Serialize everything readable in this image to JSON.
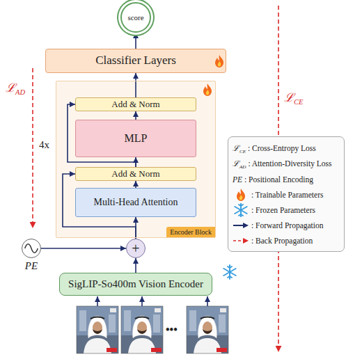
{
  "diagram": {
    "nodes": [
      {
        "text": [
          "score"
        ]
      },
      {
        "text": [
          "Classifier Layers"
        ]
      },
      {
        "text": [
          "Encoder Block"
        ]
      },
      {
        "text": [
          "Add & Norm"
        ],
        "in": 2
      },
      {
        "text": [
          "MLP"
        ],
        "in": 2
      },
      {
        "text": [
          "Add & Norm"
        ],
        "in": 2
      },
      {
        "text": [
          "Multi-Head Attention"
        ],
        "in": 2
      },
      {
        "text": [
          "PE"
        ]
      },
      {
        "text": [
          "+"
        ]
      },
      {
        "text": [
          "SigLIP-So400m Vision Encoder"
        ]
      }
    ],
    "edges": [
      {
        "from": 9,
        "to": 8,
        "arrow": "to"
      },
      {
        "from": 7,
        "to": 8,
        "arrow": "to"
      },
      {
        "from": 8,
        "to": 6,
        "arrow": "to"
      },
      {
        "from": 8,
        "to": 5,
        "arrow": "to"
      },
      {
        "from": 6,
        "to": 5,
        "arrow": "to"
      },
      {
        "from": 5,
        "to": 4,
        "arrow": "to"
      },
      {
        "from": 5,
        "to": 3,
        "arrow": "to"
      },
      {
        "from": 4,
        "to": 3,
        "arrow": "to"
      },
      {
        "from": 3,
        "to": 1,
        "arrow": "to"
      },
      {
        "from": 1,
        "to": 0,
        "arrow": "to"
      }
    ],
    "labels": [
      "ℒAD",
      "4x",
      "ℒCE",
      "•••"
    ],
    "legend": [
      {
        "text": "ℒCE : Cross-Entropy Loss"
      },
      {
        "text": "ℒAD : Attention-Diversity Loss"
      },
      {
        "text": "PE : Positional Encoding"
      },
      {
        "text": ": Trainable Parameters"
      },
      {
        "text": ": Frozen Parameters"
      },
      {
        "text": ": Forward Propagation"
      },
      {
        "text": ": Back Propagation"
      }
    ]
  }
}
